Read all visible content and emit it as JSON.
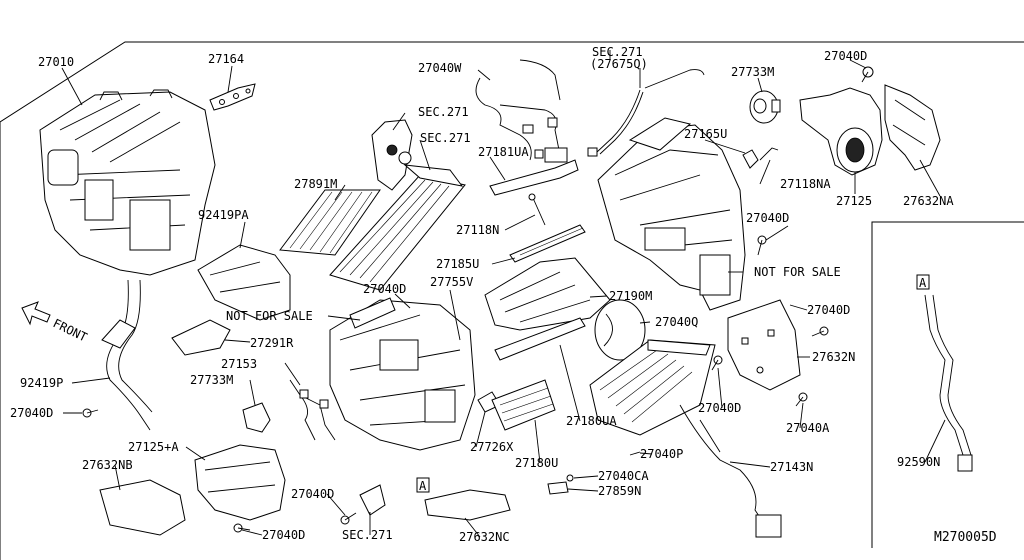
{
  "labels": [
    {
      "id": "p27010",
      "text": "27010"
    },
    {
      "id": "p27164",
      "text": "27164"
    },
    {
      "id": "p27040W",
      "text": "27040W"
    },
    {
      "id": "sec271a",
      "text": "SEC.271"
    },
    {
      "id": "p27675Q",
      "text": "(27675Q)"
    },
    {
      "id": "p27733Ma",
      "text": "27733M"
    },
    {
      "id": "p27040Da",
      "text": "27040D"
    },
    {
      "id": "sec271b",
      "text": "SEC.271"
    },
    {
      "id": "sec271c",
      "text": "SEC.271"
    },
    {
      "id": "p27165U",
      "text": "27165U"
    },
    {
      "id": "p27181UA",
      "text": "27181UA"
    },
    {
      "id": "p27118NA",
      "text": "27118NA"
    },
    {
      "id": "p27891M",
      "text": "27891M"
    },
    {
      "id": "p27125",
      "text": "27125"
    },
    {
      "id": "p27632NA",
      "text": "27632NA"
    },
    {
      "id": "p92419PA",
      "text": "92419PA"
    },
    {
      "id": "p27118N",
      "text": "27118N"
    },
    {
      "id": "p27040Db",
      "text": "27040D"
    },
    {
      "id": "p27185U",
      "text": "27185U"
    },
    {
      "id": "nfs1",
      "text": "NOT FOR SALE"
    },
    {
      "id": "p27040Dc",
      "text": "27040D"
    },
    {
      "id": "p27755V",
      "text": "27755V"
    },
    {
      "id": "p27190M",
      "text": "27190M"
    },
    {
      "id": "p27040Dd",
      "text": "27040D"
    },
    {
      "id": "nfs2",
      "text": "NOT FOR SALE"
    },
    {
      "id": "p27040Q",
      "text": "27040Q"
    },
    {
      "id": "p27291R",
      "text": "27291R"
    },
    {
      "id": "p27632N",
      "text": "27632N"
    },
    {
      "id": "p27153",
      "text": "27153"
    },
    {
      "id": "p27733Mb",
      "text": "27733M"
    },
    {
      "id": "p92419P",
      "text": "92419P"
    },
    {
      "id": "p27040De",
      "text": "27040D"
    },
    {
      "id": "p27180UA",
      "text": "27180UA"
    },
    {
      "id": "p27040Df",
      "text": "27040D"
    },
    {
      "id": "p27040A",
      "text": "27040A"
    },
    {
      "id": "p27726X",
      "text": "27726X"
    },
    {
      "id": "p27125A",
      "text": "27125+A"
    },
    {
      "id": "p27040P",
      "text": "27040P"
    },
    {
      "id": "p27632NB",
      "text": "27632NB"
    },
    {
      "id": "p27180U",
      "text": "27180U"
    },
    {
      "id": "p27143N",
      "text": "27143N"
    },
    {
      "id": "p92590N",
      "text": "92590N"
    },
    {
      "id": "p27040CA",
      "text": "27040CA"
    },
    {
      "id": "p27040Dg",
      "text": "27040D"
    },
    {
      "id": "p27859N",
      "text": "27859N"
    },
    {
      "id": "p27040Dh",
      "text": "27040D"
    },
    {
      "id": "sec271d",
      "text": "SEC.271"
    },
    {
      "id": "p27632NC",
      "text": "27632NC"
    },
    {
      "id": "refA1",
      "text": "A"
    },
    {
      "id": "refA2",
      "text": "A"
    }
  ],
  "front_label": "FRONT",
  "diagram_code": "M270005D"
}
